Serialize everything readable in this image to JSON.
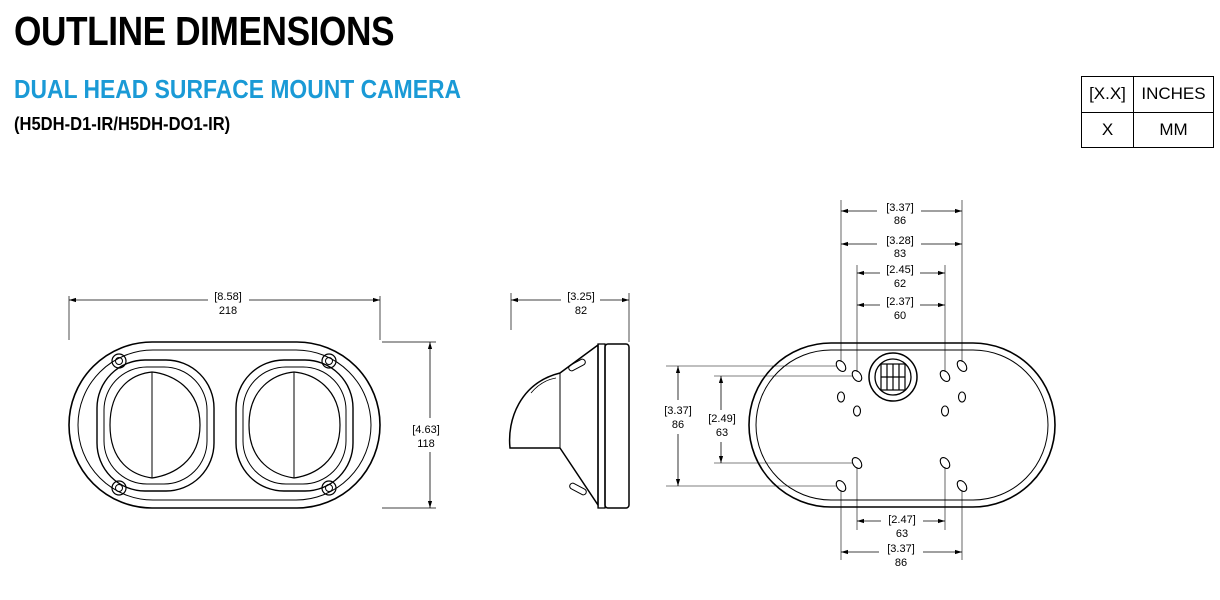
{
  "header": {
    "title": "OUTLINE DIMENSIONS",
    "subtitle": "DUAL HEAD SURFACE MOUNT CAMERA",
    "model": "(H5DH-D1-IR/H5DH-DO1-IR)"
  },
  "units_legend": {
    "inches_symbol": "[X.X]",
    "inches_label": "INCHES",
    "mm_symbol": "X",
    "mm_label": "MM"
  },
  "front_view": {
    "width": {
      "in": "[8.58]",
      "mm": "218"
    },
    "height": {
      "in": "[4.63]",
      "mm": "118"
    }
  },
  "side_view": {
    "depth": {
      "in": "[3.25]",
      "mm": "82"
    }
  },
  "base_view": {
    "top_dims": [
      {
        "in": "[3.37]",
        "mm": "86"
      },
      {
        "in": "[3.28]",
        "mm": "83"
      },
      {
        "in": "[2.45]",
        "mm": "62"
      },
      {
        "in": "[2.37]",
        "mm": "60"
      }
    ],
    "left_dims": [
      {
        "in": "[3.37]",
        "mm": "86"
      },
      {
        "in": "[2.49]",
        "mm": "63"
      }
    ],
    "bottom_dims": [
      {
        "in": "[2.47]",
        "mm": "63"
      },
      {
        "in": "[3.37]",
        "mm": "86"
      }
    ]
  }
}
